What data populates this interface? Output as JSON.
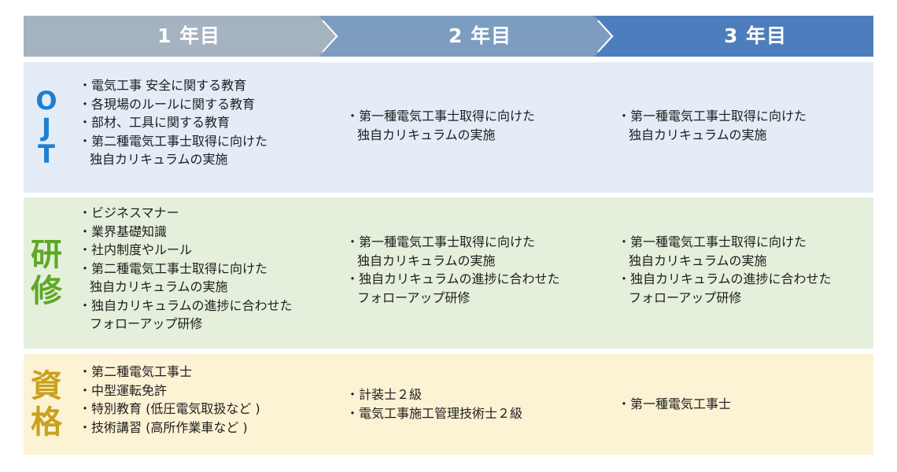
{
  "header": {
    "years": [
      "1 年目",
      "2 年目",
      "3 年目"
    ],
    "colors": [
      "#a5b2c0",
      "#7c9dc0",
      "#4e7dbd"
    ]
  },
  "rows": {
    "ojt": {
      "label": [
        "O",
        "J",
        "T"
      ],
      "color": "#1e7fd0",
      "year1": [
        "電気工事 安全に関する教育",
        "各現場のルールに関する教育",
        "部材、工具に関する教育",
        "第二種電気工事士取得に向けた\n独自カリキュラムの実施"
      ],
      "year2": [
        "第一種電気工事士取得に向けた\n独自カリキュラムの実施"
      ],
      "year3": [
        "第一種電気工事士取得に向けた\n独自カリキュラムの実施"
      ]
    },
    "kenshu": {
      "label": [
        "研",
        "修"
      ],
      "color": "#5fa825",
      "year1": [
        "ビジネスマナー",
        "業界基礎知識",
        "社内制度やルール",
        "第二種電気工事士取得に向けた\n独自カリキュラムの実施",
        "独自カリキュラムの進捗に合わせた\nフォローアップ研修"
      ],
      "year2": [
        "第一種電気工事士取得に向けた\n独自カリキュラムの実施",
        "独自カリキュラムの進捗に合わせた\nフォローアップ研修"
      ],
      "year3": [
        "第一種電気工事士取得に向けた\n独自カリキュラムの実施",
        "独自カリキュラムの進捗に合わせた\nフォローアップ研修"
      ]
    },
    "shikaku": {
      "label": [
        "資",
        "格"
      ],
      "color": "#caa11d",
      "year1": [
        "第二種電気工事士",
        "中型運転免許",
        "特別教育 (低圧電気取扱など )",
        "技術講習 (高所作業車など )"
      ],
      "year2": [
        "計装士２級",
        "電気工事施工管理技術士２級"
      ],
      "year3": [
        "第一種電気工事士"
      ]
    }
  }
}
